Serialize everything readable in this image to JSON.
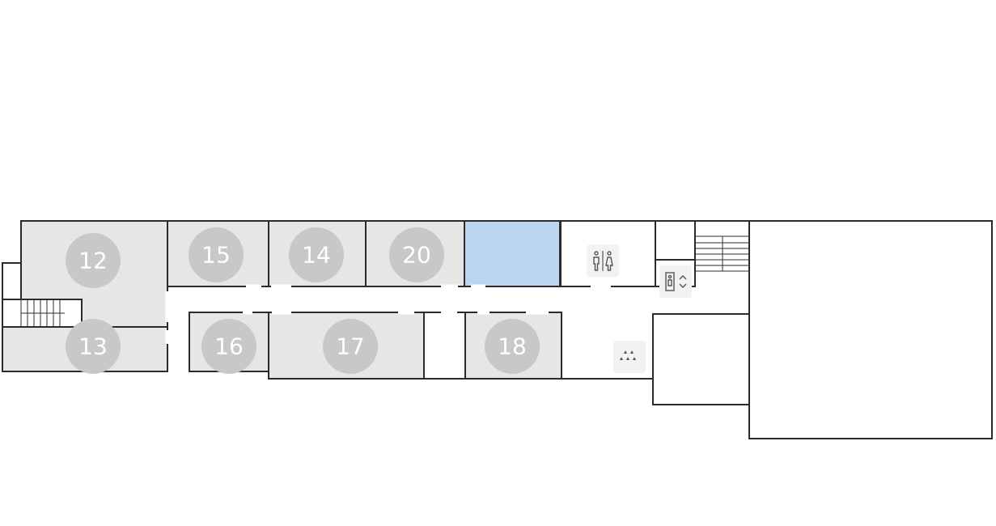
{
  "map": {
    "colors": {
      "room_fill": "#e6e6e6",
      "badge_fill": "#c8c8c8",
      "highlight": "#bcd6f2",
      "wall": "#2b2b2b"
    },
    "rooms": [
      {
        "id": "room-12",
        "label": "12"
      },
      {
        "id": "room-15",
        "label": "15"
      },
      {
        "id": "room-14",
        "label": "14"
      },
      {
        "id": "room-20",
        "label": "20"
      },
      {
        "id": "room-13",
        "label": "13"
      },
      {
        "id": "room-16",
        "label": "16"
      },
      {
        "id": "room-17",
        "label": "17"
      },
      {
        "id": "room-18",
        "label": "18"
      }
    ],
    "icons": [
      "restroom-icon",
      "elevator-icon",
      "meeting-area-icon",
      "stairs-icon"
    ]
  }
}
